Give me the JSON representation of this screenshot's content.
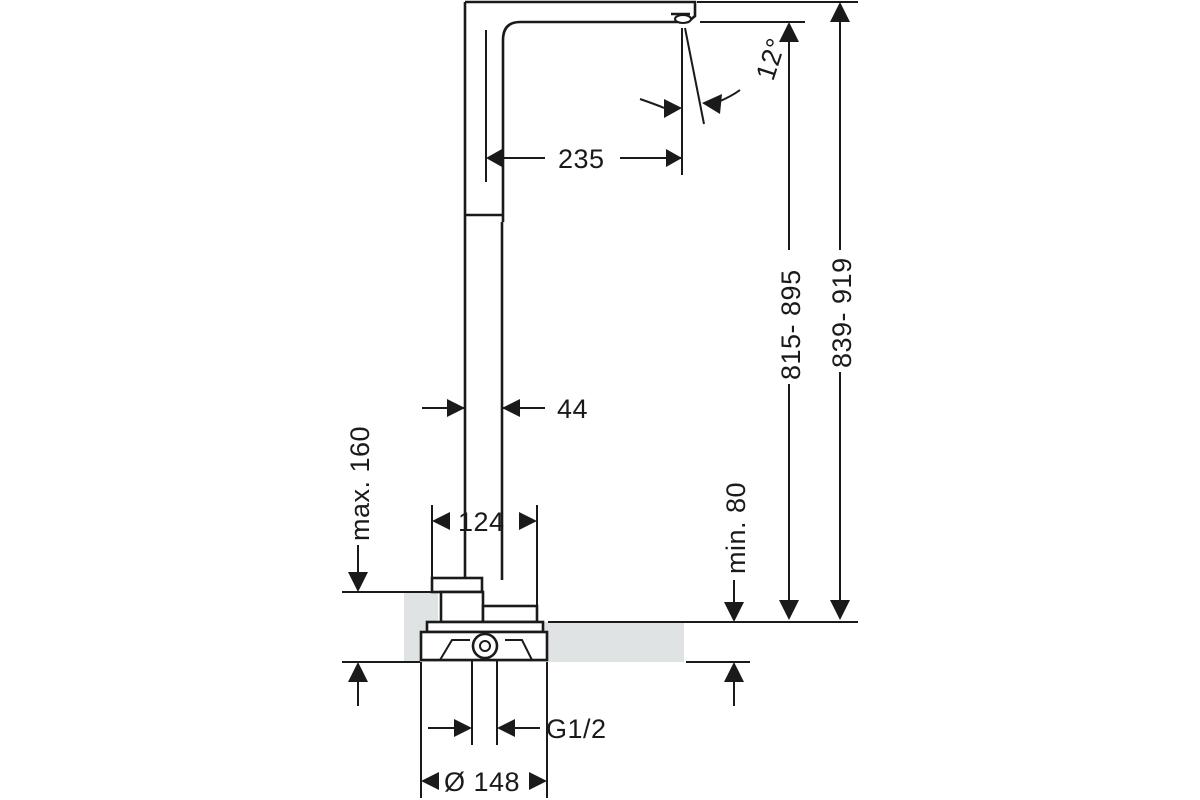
{
  "dimensions": {
    "spout_reach": "235",
    "spout_angle": "12°",
    "height_outlet": "815- 895",
    "height_total": "839- 919",
    "body_width": "44",
    "base_width": "124",
    "max_thickness": "max. 160",
    "min_clearance": "min. 80",
    "connection": "G1/2",
    "base_diameter": "Ø 148"
  },
  "colors": {
    "line": "#1a1a1a",
    "countertop": "#dfe3e3"
  }
}
